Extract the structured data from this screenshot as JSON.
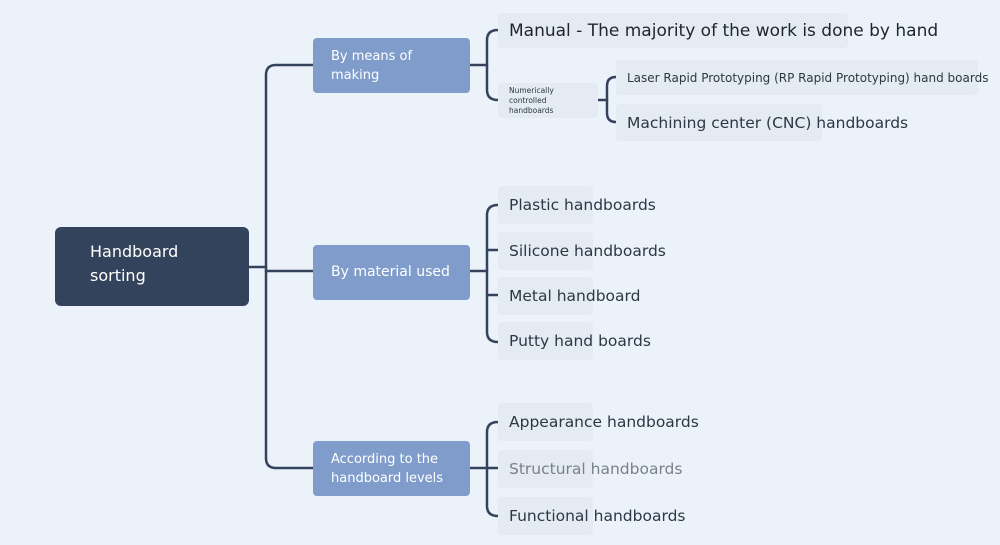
{
  "root": {
    "label": "Handboard sorting"
  },
  "branches": [
    {
      "label": "By means of making",
      "children": [
        {
          "label": "Manual - The majority of the work is done by hand"
        },
        {
          "label": "Numerically controlled handboards",
          "children": [
            {
              "label": "Laser Rapid Prototyping (RP Rapid Prototyping) hand boards"
            },
            {
              "label": "Machining center (CNC) handboards"
            }
          ]
        }
      ]
    },
    {
      "label": "By material used",
      "children": [
        {
          "label": "Plastic handboards"
        },
        {
          "label": "Silicone handboards"
        },
        {
          "label": "Metal handboard"
        },
        {
          "label": "Putty hand boards"
        }
      ]
    },
    {
      "label": "According to the handboard levels",
      "children": [
        {
          "label": "Appearance handboards"
        },
        {
          "label": "Structural handboards"
        },
        {
          "label": "Functional handboards"
        }
      ]
    }
  ],
  "colors": {
    "background": "#ebf2fa",
    "root_fill": "#34435c",
    "branch_fill": "#7f9ccb",
    "leaf_fill": "#e4ebf3",
    "connector": "#34435c"
  }
}
